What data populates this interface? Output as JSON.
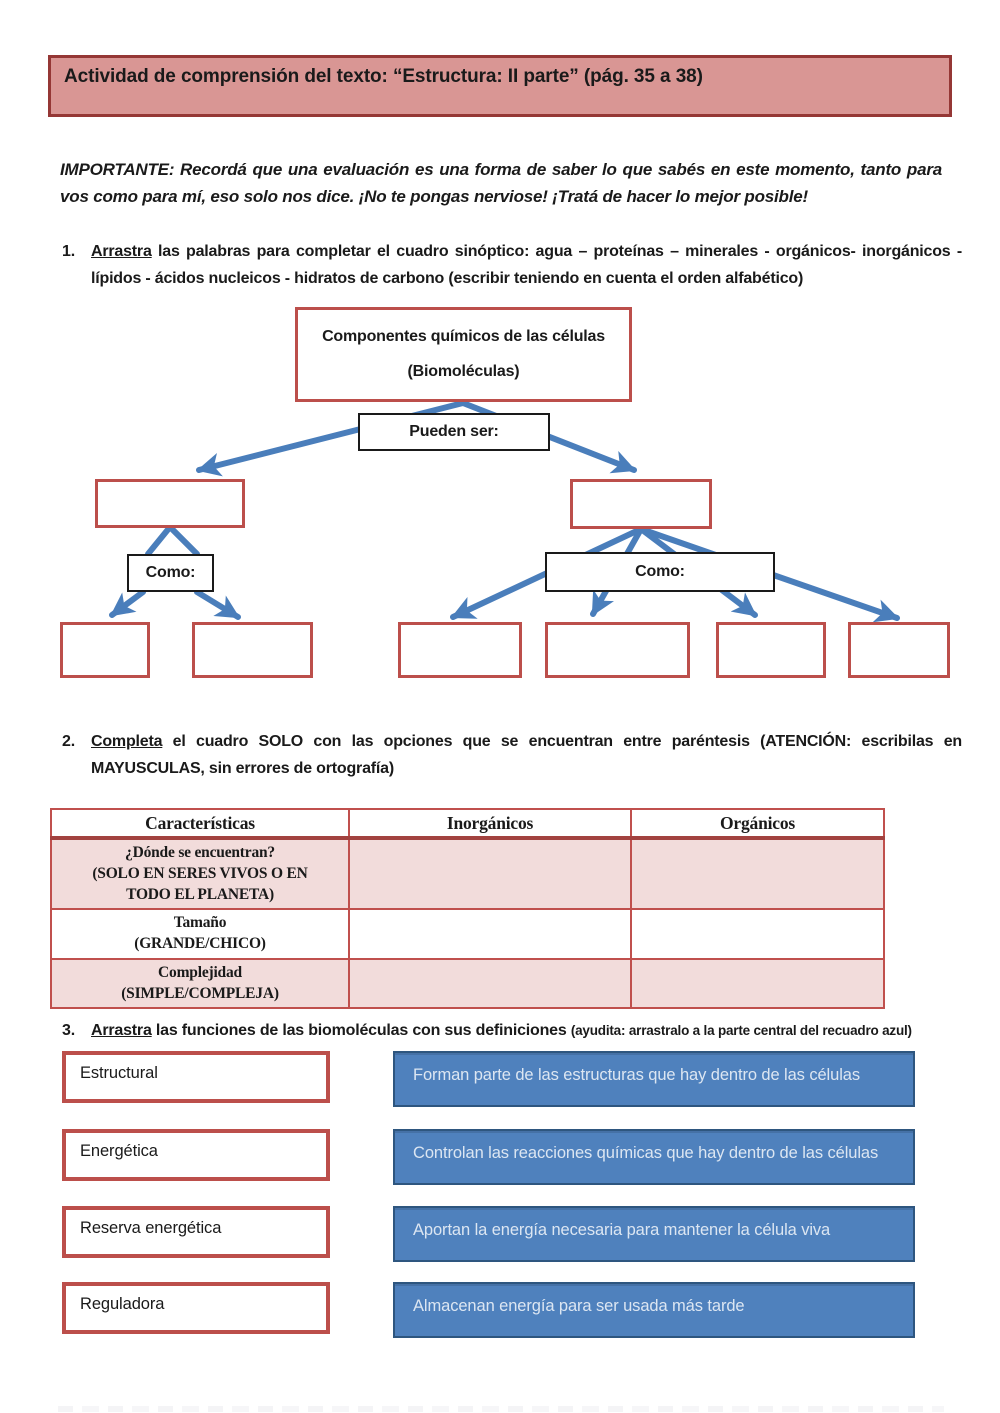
{
  "colors": {
    "banner_bg": "#d99694",
    "banner_border": "#953735",
    "red_border": "#bc4f4b",
    "arrow_blue": "#4a7ebb",
    "blue_fill": "#4f81bd",
    "blue_border": "#2e567f",
    "blue_text": "#dce6f2",
    "table_border": "#c0504d",
    "table_pink": "#f2dcdb"
  },
  "banner": {
    "title": "Actividad de comprensión del texto: “Estructura: II parte” (pág. 35 a 38)"
  },
  "intro": {
    "text": "IMPORTANTE: Recordá que una evaluación es una forma de saber lo que sabés en este momento, tanto para vos como para mí, eso solo nos dice. ¡No te pongas nerviose! ¡Tratá de hacer lo mejor posible!"
  },
  "question1": {
    "number": "1.",
    "verb": "Arrastra",
    "rest": " las palabras para completar el cuadro sinóptico: agua – proteínas – minerales - orgánicos- inorgánicos - lípidos - ácidos nucleicos - hidratos de carbono (escribir teniendo en cuenta el orden alfabético)"
  },
  "diagram": {
    "root_line1": "Componentes químicos de las células",
    "root_line2": "(Biomoléculas)",
    "branch_label": "Pueden ser:",
    "left_group_label": "Como:",
    "right_group_label": "Como:",
    "drop_targets": {
      "left_branch": "",
      "right_branch": "",
      "left_leaf_1": "",
      "left_leaf_2": "",
      "right_leaf_1": "",
      "right_leaf_2": "",
      "right_leaf_3": "",
      "right_leaf_4": ""
    }
  },
  "question2": {
    "number": "2.",
    "verb": "Completa",
    "rest": " el cuadro SOLO con las opciones que se encuentran entre paréntesis (ATENCIÓN: escribilas en MAYUSCULAS, sin errores de ortografía)"
  },
  "table": {
    "headers": [
      "Características",
      "Inorgánicos",
      "Orgánicos"
    ],
    "rows": [
      {
        "label": "¿Dónde se encuentran?\n(SOLO EN SERES VIVOS O EN\nTODO EL PLANETA)",
        "inorganicos": "",
        "organicos": ""
      },
      {
        "label": "Tamaño\n(GRANDE/CHICO)",
        "inorganicos": "",
        "organicos": ""
      },
      {
        "label": "Complejidad\n(SIMPLE/COMPLEJA)",
        "inorganicos": "",
        "organicos": ""
      }
    ]
  },
  "question3": {
    "number": "3.",
    "verb": "Arrastra",
    "rest": " las funciones de las biomoléculas con sus definiciones ",
    "hint": "(ayudita: arrastralo a la parte central del recuadro azul)"
  },
  "matching": {
    "pairs": [
      {
        "term": "Estructural",
        "definition": "Forman parte de las estructuras que hay dentro de las células"
      },
      {
        "term": "Energética",
        "definition": "Controlan las reacciones químicas que hay dentro de las células"
      },
      {
        "term": "Reserva energética",
        "definition": "Aportan la energía necesaria para mantener la célula viva"
      },
      {
        "term": "Reguladora",
        "definition": "Almacenan energía para ser usada más tarde"
      }
    ]
  }
}
